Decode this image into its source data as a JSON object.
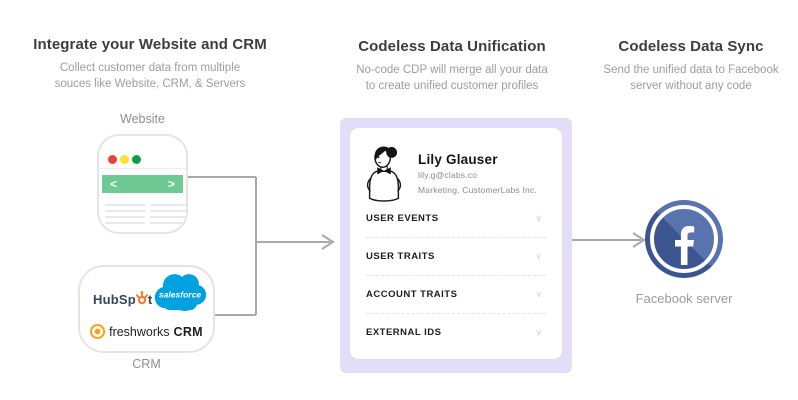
{
  "steps": [
    {
      "heading": "Integrate your Website and CRM",
      "sub1": "Collect customer data from multiple",
      "sub2": "souces like Website, CRM, & Servers"
    },
    {
      "heading": "Codeless Data Unification",
      "sub1": "No-code CDP will merge all your data",
      "sub2": "to create unified customer profiles"
    },
    {
      "heading": "Codeless Data Sync",
      "sub1": "Send the unified data to Facebook",
      "sub2": "server without any code"
    }
  ],
  "website": {
    "label": "Website",
    "prev_arrow": "<",
    "next_arrow": ">"
  },
  "crm": {
    "label": "CRM",
    "hubspot_text_start": "HubSp",
    "hubspot_text_end": "t",
    "salesforce_text": "salesforce",
    "freshworks_text": "freshworks",
    "freshworks_suffix": "CRM"
  },
  "profile": {
    "name": "Lily Glauser",
    "email": "lily.g@clabs.co",
    "title": "Marketing, CustomerLabs Inc.",
    "chevron": "∨",
    "sections": [
      {
        "label": "USER EVENTS"
      },
      {
        "label": "USER TRAITS"
      },
      {
        "label": "ACCOUNT TRAITS"
      },
      {
        "label": "EXTERNAL IDS"
      }
    ]
  },
  "facebook": {
    "label": "Facebook server"
  },
  "colors": {
    "accent_green": "#6fc993",
    "lavender_panel": "#e3ddf8",
    "facebook_blue_dark": "#3b5590",
    "facebook_blue_light": "#5873ae",
    "salesforce_blue": "#00a1e0",
    "hubspot_navy": "#33475b",
    "hubspot_orange": "#f8761f",
    "freshworks_orange": "#f89f1b",
    "traffic_red": "#e8423d",
    "traffic_yellow": "#fee32f",
    "traffic_green": "#129e49",
    "connector_gray": "#a8a8a8"
  }
}
